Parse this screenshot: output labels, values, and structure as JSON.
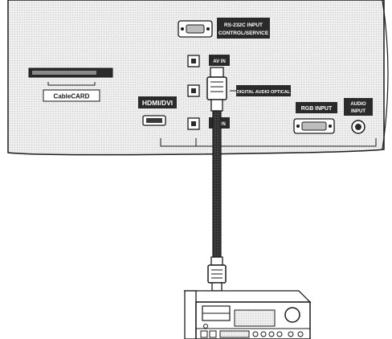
{
  "panel": {
    "rs232c_label_line1": "RS-232C INPUT",
    "rs232c_label_line2": "CONTROL/SERVICE",
    "cablecard_label": "CableCARD",
    "hdmi_label": "HDMI/DVI",
    "port_top_label": "AV IN",
    "digital_audio_label": "DIGITAL AUDIO OPTICAL",
    "port_bottom_label": "AV IN",
    "rgb_label": "RGB INPUT",
    "audio_input_line1": "AUDIO",
    "audio_input_line2": "INPUT"
  },
  "colors": {
    "panel_fill": "#e9e9e9",
    "label_fill": "#2a2a2a",
    "label_text": "#ffffff",
    "outline": "#1a1a1a"
  }
}
